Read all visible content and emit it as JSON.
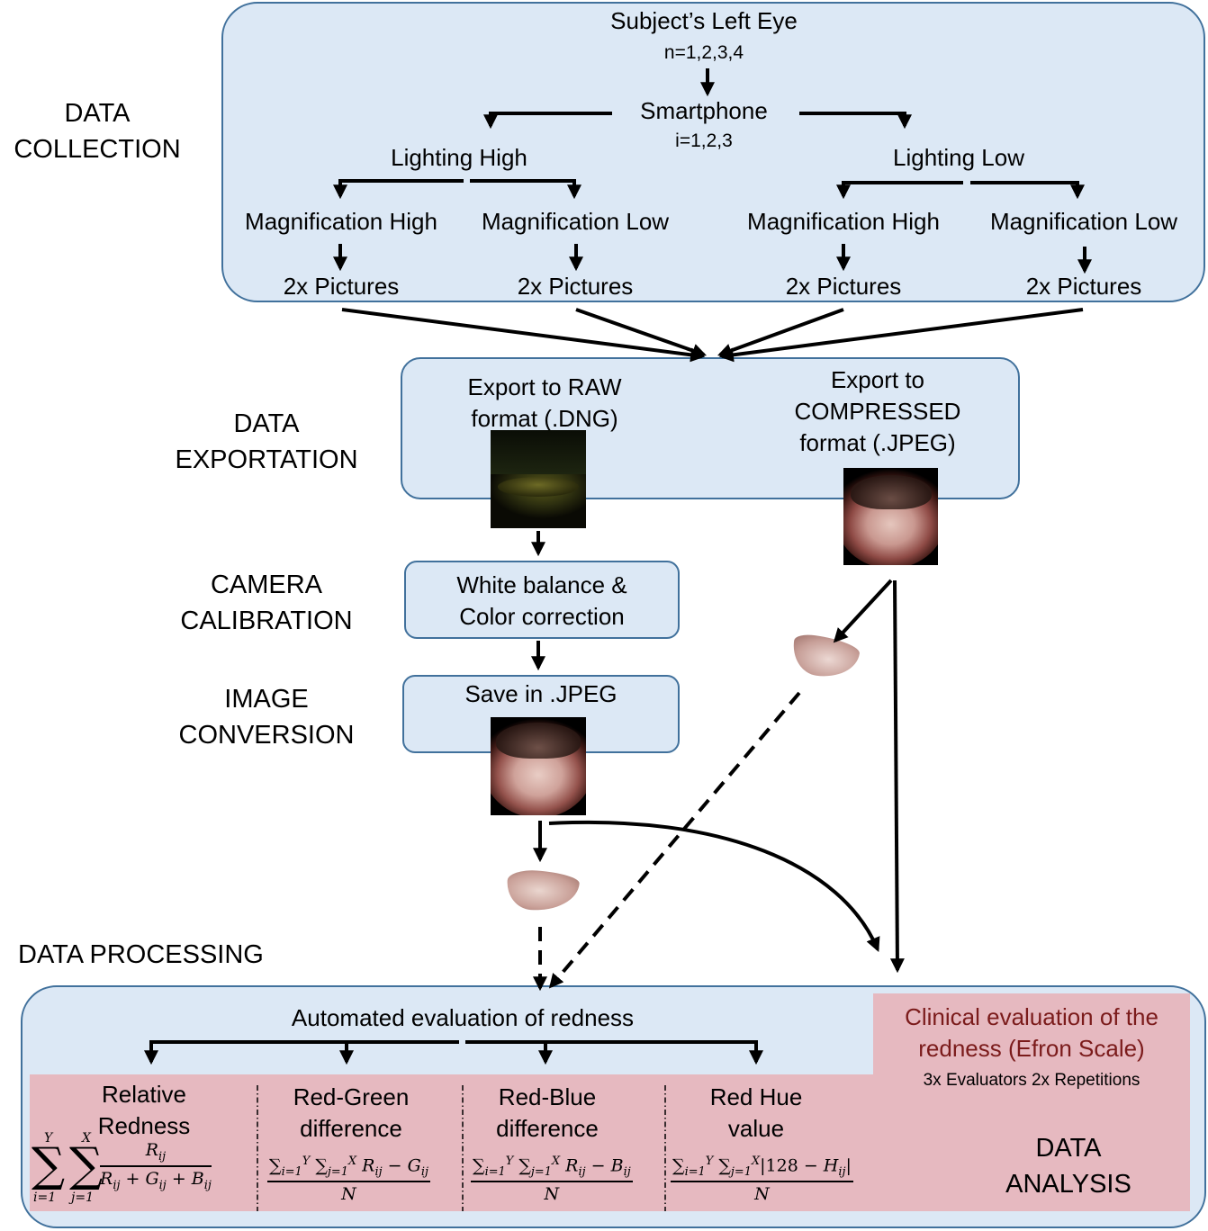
{
  "stages": {
    "collection": "DATA\nCOLLECTION",
    "exportation": "DATA\nEXPORTATION",
    "calibration": "CAMERA\nCALIBRATION",
    "conversion": "IMAGE\nCONVERSION",
    "processing": "DATA PROCESSING",
    "analysis": "DATA\nANALYSIS"
  },
  "collection": {
    "subject": "Subject’s Left Eye",
    "subject_n": "n=1,2,3,4",
    "smartphone": "Smartphone",
    "smartphone_i": "i=1,2,3",
    "lighting_high": "Lighting High",
    "lighting_low": "Lighting Low",
    "mag_high": "Magnification High",
    "mag_low": "Magnification Low",
    "pictures": "2x Pictures"
  },
  "exportation": {
    "raw": "Export to RAW\nformat (.DNG)",
    "compressed": "Export to\nCOMPRESSED\nformat (.JPEG)"
  },
  "calibration": {
    "label": "White balance &\nColor correction"
  },
  "conversion": {
    "label": "Save in .JPEG"
  },
  "processing": {
    "automated": "Automated evaluation of redness",
    "clinical": "Clinical evaluation of the\nredness (Efron Scale)",
    "evaluators": "3x Evaluators 2x Repetitions"
  },
  "metrics": [
    {
      "name": "Relative\nRedness"
    },
    {
      "name": "Red-Green\ndifference"
    },
    {
      "name": "Red-Blue\ndifference"
    },
    {
      "name": "Red Hue\nvalue"
    }
  ],
  "colors": {
    "box_fill": "#dce8f5",
    "box_border": "#41719c",
    "analysis_fill": "#e6b9c0",
    "clinical_text": "#7b1b1b"
  }
}
